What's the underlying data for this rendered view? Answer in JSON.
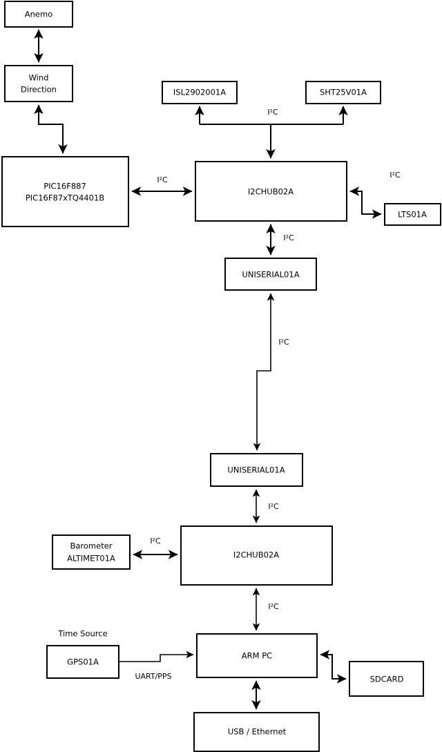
{
  "diagram": {
    "type": "block-diagram",
    "title": "",
    "background_color": "#ffffff",
    "line_color": "#000000",
    "box_fill": "#ffffff",
    "nodes": [
      {
        "id": "anemo",
        "label": "Anemo",
        "label2": ""
      },
      {
        "id": "wind",
        "label": "Wind",
        "label2": "Direction"
      },
      {
        "id": "pic",
        "label": "PIC16F887",
        "label2": "PIC16F87xTQ4401B"
      },
      {
        "id": "isl",
        "label": "ISL2902001A",
        "label2": ""
      },
      {
        "id": "sht",
        "label": "SHT25V01A",
        "label2": ""
      },
      {
        "id": "hub_top",
        "label": "I2CHUB02A",
        "label2": ""
      },
      {
        "id": "lts",
        "label": "LTS01A",
        "label2": ""
      },
      {
        "id": "uniserial_top",
        "label": "UNISERIAL01A",
        "label2": ""
      },
      {
        "id": "uniserial_bot",
        "label": "UNISERIAL01A",
        "label2": ""
      },
      {
        "id": "barometer",
        "label": "Barometer",
        "label2": "ALTIMET01A"
      },
      {
        "id": "hub_bot",
        "label": "I2CHUB02A",
        "label2": ""
      },
      {
        "id": "gps",
        "label": "GPS01A",
        "label2": ""
      },
      {
        "id": "armpc",
        "label": "ARM PC",
        "label2": ""
      },
      {
        "id": "sdcard",
        "label": "SDCARD",
        "label2": ""
      },
      {
        "id": "usbeth",
        "label": "USB / Ethernet",
        "label2": ""
      }
    ],
    "free_labels": [
      {
        "id": "time-source",
        "text": "Time Source"
      }
    ],
    "edge_labels": {
      "pic_hub": "I²C",
      "hub_sensors": "I²C",
      "hub_lts": "I²C",
      "hub_uniserial": "I²C",
      "uniserial_link": "I²C",
      "uniserial_hub_bot": "I²C",
      "barometer_hub": "I²C",
      "hub_bot_armpc": "I²C",
      "gps_armpc": "UART/PPS"
    }
  }
}
